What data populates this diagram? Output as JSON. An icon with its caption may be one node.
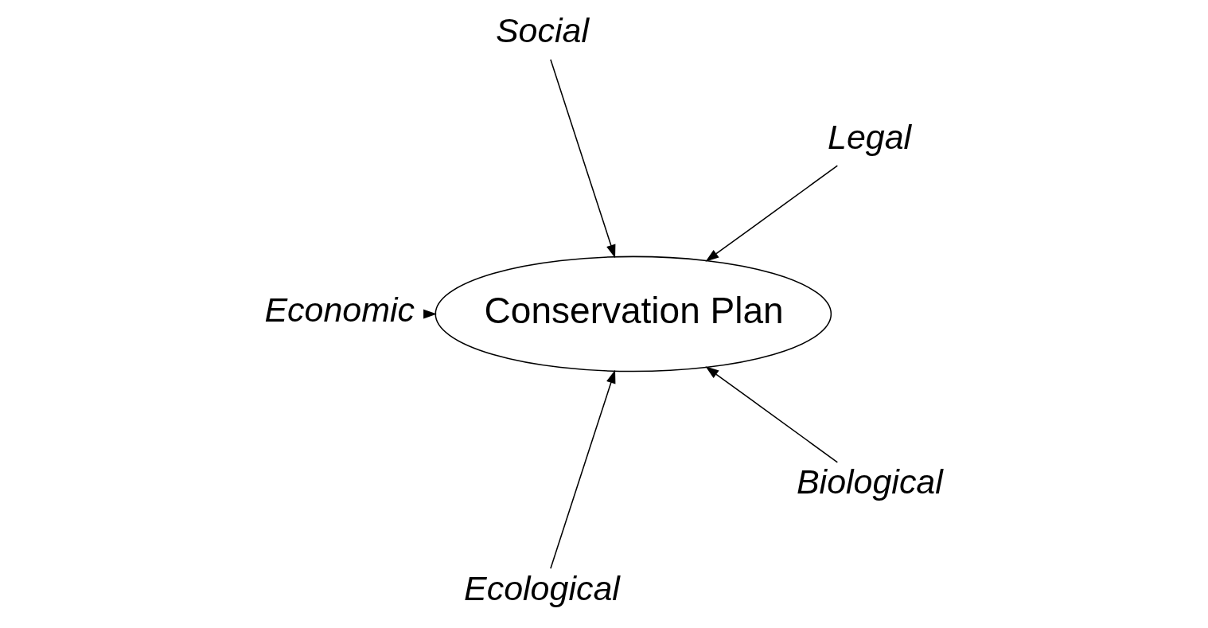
{
  "diagram": {
    "nodes": [
      {
        "text": [
          "Legal"
        ]
      },
      {
        "text": [
          "Social"
        ]
      },
      {
        "text": [
          "Economic"
        ]
      },
      {
        "text": [
          "Conservation Plan"
        ]
      },
      {
        "text": [
          "Ecological"
        ]
      },
      {
        "text": [
          "Biological"
        ]
      }
    ],
    "edges": [
      {
        "from": 0,
        "to": 3,
        "arrow": "to"
      },
      {
        "from": 1,
        "to": 3,
        "arrow": "to"
      },
      {
        "from": 2,
        "to": 3,
        "arrow": "to"
      },
      {
        "from": 4,
        "to": 3,
        "arrow": "to"
      },
      {
        "from": 5,
        "to": 3,
        "arrow": "to"
      }
    ]
  }
}
